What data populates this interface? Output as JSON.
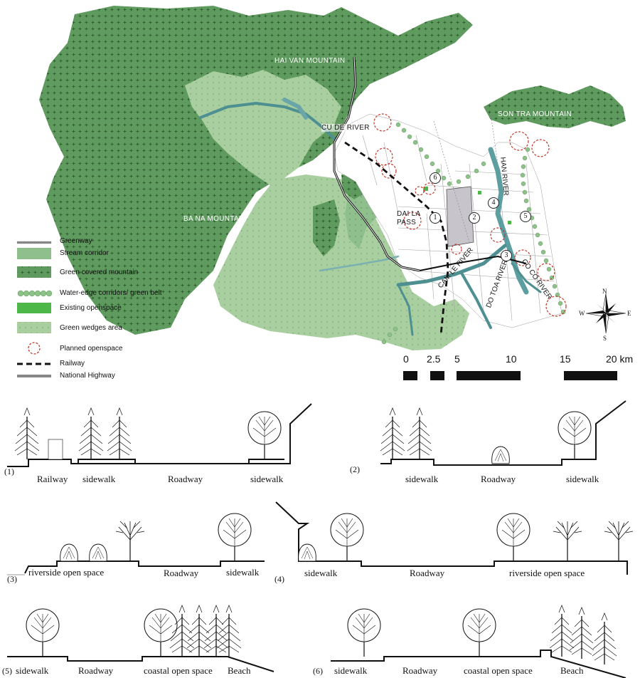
{
  "map": {
    "labels": {
      "hai_van": "HAI VAN MOUNTAIN",
      "son_tra": "SON TRA MOUNTAIN",
      "ba_na": "BA NA MOUNTAIN",
      "cu_de": "CU DE RIVER",
      "dai_la": "DAI LA",
      "pass": "PASS",
      "cam_le": "CAM LE RIVER",
      "han": "HAN RIVER",
      "do_toa": "DO TOA RIVER",
      "co_co": "CO CO RIVER"
    },
    "markers": [
      "1",
      "2",
      "3",
      "4",
      "5",
      "6"
    ]
  },
  "legend": [
    {
      "key": "greenway",
      "label": "Greenway",
      "color": "#888888"
    },
    {
      "key": "stream",
      "label": "Stream corridor",
      "color": "#8fbf8c"
    },
    {
      "key": "mountain",
      "label": "Green covered mountain",
      "color": "#3d7a3f"
    },
    {
      "key": "water_edge",
      "label": "Water-edge corridors/ green belt",
      "color": "#7fb87a"
    },
    {
      "key": "existing",
      "label": "Existing openspace",
      "color": "#4db848"
    },
    {
      "key": "wedges",
      "label": "Green wedges area",
      "color": "#a9cfa0"
    },
    {
      "key": "planned",
      "label": "Planned openspace",
      "color": "#c0392b"
    },
    {
      "key": "railway",
      "label": "Railway",
      "color": "#111111"
    },
    {
      "key": "highway",
      "label": "National Highway",
      "color": "#111111"
    }
  ],
  "scale": {
    "ticks": [
      "0",
      "2.5",
      "5",
      "10",
      "15",
      "20 km"
    ]
  },
  "compass": {
    "n": "N",
    "s": "S",
    "e": "E",
    "w": "W"
  },
  "sections": {
    "s1": {
      "num": "(1)",
      "labels": [
        "Railway",
        "sidewalk",
        "Roadway",
        "sidewalk"
      ]
    },
    "s2": {
      "num": "(2)",
      "labels": [
        "sidewalk",
        "Roadway",
        "sidewalk"
      ]
    },
    "s3": {
      "num": "(3)",
      "labels": [
        "riverside open space",
        "Roadway",
        "sidewalk"
      ]
    },
    "s4": {
      "num": "(4)",
      "labels": [
        "sidewalk",
        "Roadway",
        "riverside open space"
      ]
    },
    "s5": {
      "num": "(5)",
      "labels": [
        "sidewalk",
        "Roadway",
        "coastal open space",
        "Beach"
      ]
    },
    "s6": {
      "num": "(6)",
      "labels": [
        "sidewalk",
        "Roadway",
        "coastal open space",
        "Beach"
      ]
    }
  }
}
